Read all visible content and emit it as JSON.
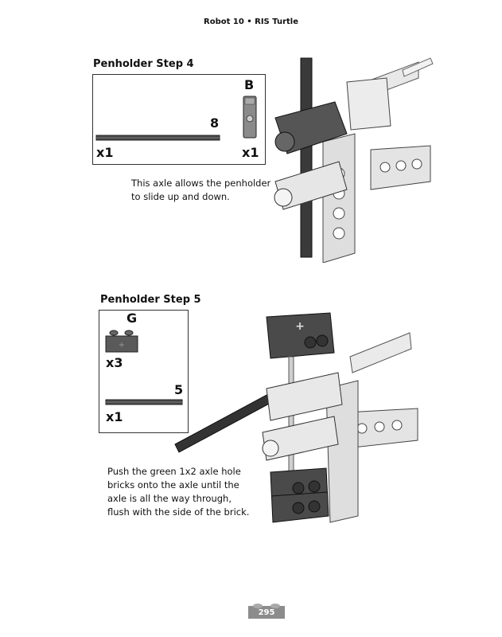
{
  "header": "Robot 10 • RIS Turtle",
  "step4": {
    "title": "Penholder Step 4",
    "parts": [
      {
        "label": "8",
        "qty": "x1",
        "kind": "axle"
      },
      {
        "label": "B",
        "qty": "x1",
        "kind": "connector"
      }
    ],
    "caption": "This axle allows the penholder\nto slide up and down."
  },
  "step5": {
    "title": "Penholder Step 5",
    "parts": [
      {
        "label": "G",
        "qty": "x3",
        "kind": "1x2 axle hole brick"
      },
      {
        "label": "5",
        "qty": "x1",
        "kind": "axle"
      }
    ],
    "caption": "Push the green 1x2 axle hole\nbricks onto the axle until the\naxle is all the way through,\nflush with the side of the brick."
  },
  "page_number": "295",
  "colors": {
    "dark_part": "#4a4a4a",
    "light_part": "#e6e6e6",
    "outline": "#222222"
  }
}
